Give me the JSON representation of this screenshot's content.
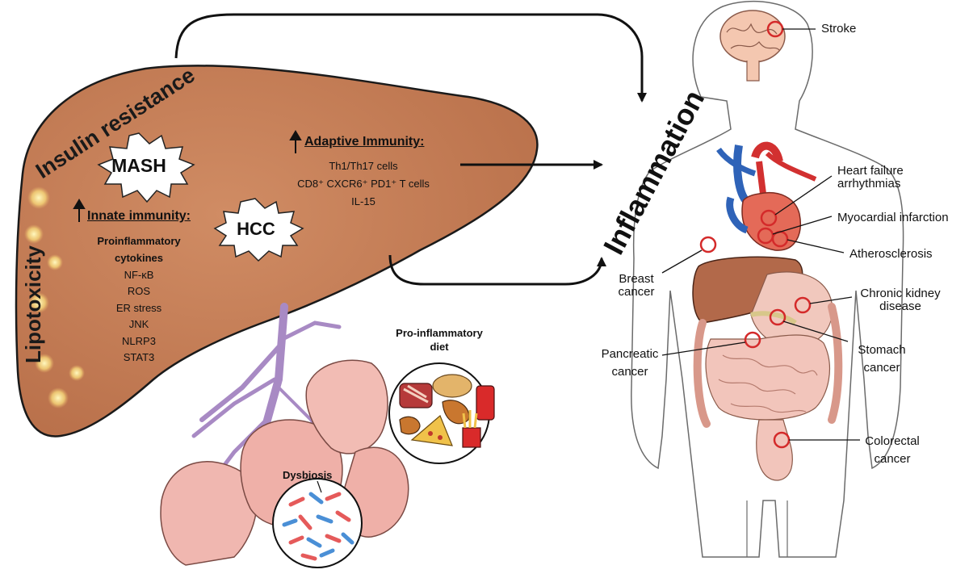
{
  "liver": {
    "insulin_resistance": "Insulin resistance",
    "lipotoxicity": "Lipotoxicity",
    "mash": "MASH",
    "hcc": "HCC",
    "innate_title": "Innate immunity:",
    "innate_items": [
      "Proinflammatory",
      "cytokines",
      "NF-κB",
      "ROS",
      "ER stress",
      "JNK",
      "NLRP3",
      "STAT3"
    ],
    "adaptive_title": "Adaptive Immunity:",
    "adaptive_items": [
      "Th1/Th17 cells",
      "CD8⁺ CXCR6⁺ PD1⁺ T cells",
      "IL-15"
    ]
  },
  "gut": {
    "diet_title": [
      "Pro-inflammatory",
      "diet"
    ],
    "dysbiosis": "Dysbiosis"
  },
  "inflammation": "Inflammation",
  "diseases": {
    "stroke": "Stroke",
    "heart_failure": [
      "Heart failure",
      "arrhythmias"
    ],
    "myocardial_infarction": "Myocardial infarction",
    "atherosclerosis": "Atherosclerosis",
    "breast_cancer": [
      "Breast",
      "cancer"
    ],
    "chronic_kidney_disease": [
      "Chronic kidney",
      "disease"
    ],
    "pancreatic_cancer": [
      "Pancreatic",
      "cancer"
    ],
    "stomach_cancer": [
      "Stomach",
      "cancer"
    ],
    "colorectal_cancer": [
      "Colorectal",
      "cancer"
    ]
  },
  "colors": {
    "liver": "#c97f57",
    "liver_outline": "#222222",
    "circle_marker": "#d42a2a",
    "vessels": "#a88ac4",
    "gut": "#eeb1aa"
  },
  "icons": [
    "burst-badge",
    "up-arrow",
    "ring-marker",
    "curved-arrow",
    "diet-food-icons",
    "bacteria-icons"
  ]
}
